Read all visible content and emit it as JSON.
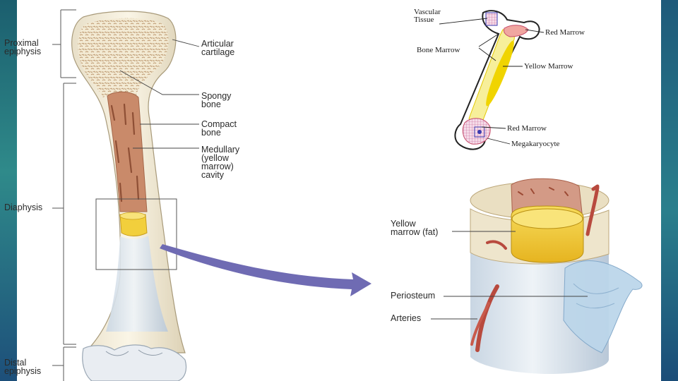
{
  "left_diagram": {
    "labels": {
      "proximal_epiphysis": "Proximal\nepiphysis",
      "diaphysis": "Diaphysis",
      "distal_epiphysis": "Distal\nepiphysis",
      "articular_cartilage": "Articular\ncartilage",
      "spongy_bone": "Spongy\nbone",
      "compact_bone": "Compact\nbone",
      "medullary_cavity": "Medullary\n(yellow\nmarrow)\ncavity"
    }
  },
  "top_right_diagram": {
    "labels": {
      "vascular_tissue": "Vascular\nTissue",
      "bone_marrow": "Bone Marrow",
      "red_marrow_top": "Red Marrow",
      "yellow_marrow": "Yellow Marrow",
      "red_marrow_bottom": "Red Marrow",
      "megakaryocyte": "Megakaryocyte"
    }
  },
  "cross_section": {
    "labels": {
      "yellow_marrow_fat": "Yellow\nmarrow (fat)",
      "periosteum": "Periosteum",
      "arteries": "Arteries"
    }
  },
  "colors": {
    "edge_teal": "#2f8a8a",
    "arrow": "#6f6bb3",
    "bone": "#efe6cf",
    "marrow_red": "#c97e5e",
    "marrow_yellow": "#f0c93a",
    "artery": "#b84a3e",
    "periosteum": "#bcd6ea"
  }
}
